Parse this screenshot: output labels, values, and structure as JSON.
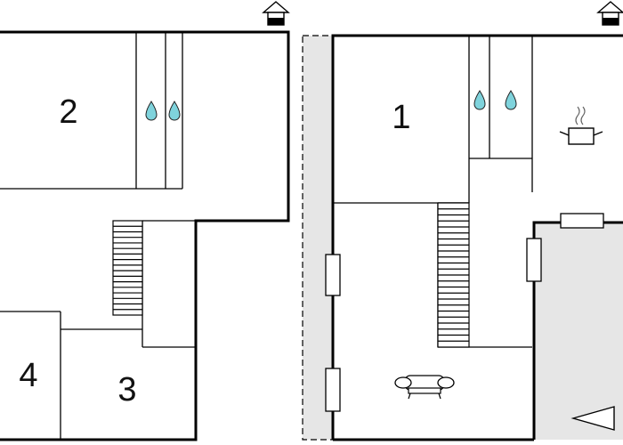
{
  "rooms": [
    {
      "id": "room-1",
      "label": "1"
    },
    {
      "id": "room-2",
      "label": "2"
    },
    {
      "id": "room-3",
      "label": "3"
    },
    {
      "id": "room-4",
      "label": "4"
    }
  ],
  "icons": [
    "bathroom-drop-icon",
    "kitchen-pot-icon",
    "sofa-icon",
    "entrance-arrow-icon",
    "house-icon"
  ],
  "colors": {
    "wall": "#000000",
    "outdoor_area": "#e6e6e6",
    "water": "#7fd3dc"
  }
}
